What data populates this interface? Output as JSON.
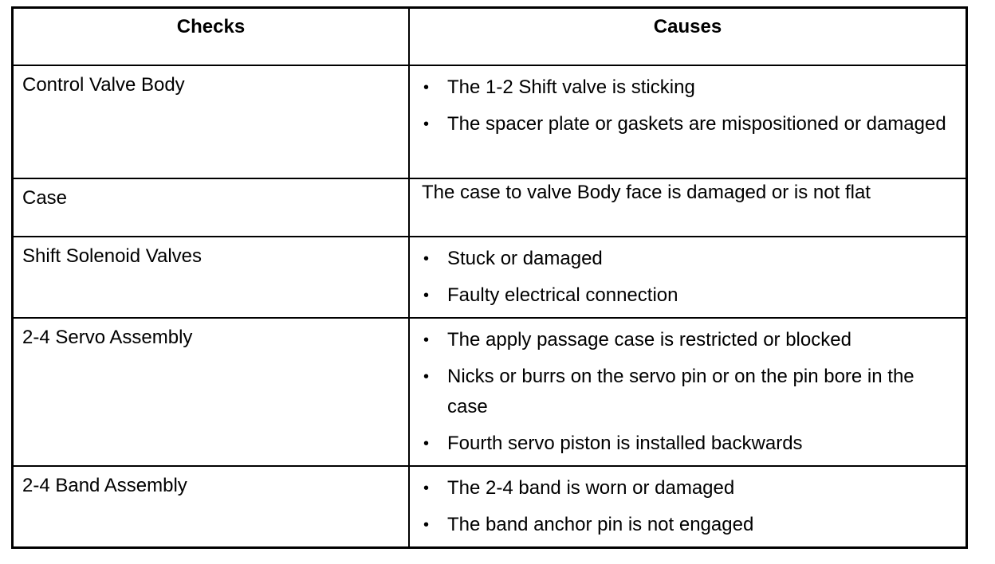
{
  "header": {
    "checks": "Checks",
    "causes": "Causes"
  },
  "rows": [
    {
      "check": "Control Valve Body",
      "causes": [
        "The 1-2 Shift valve is sticking",
        "The spacer plate or gaskets are mispositioned or damaged"
      ]
    },
    {
      "check": "Case",
      "cause_text": "The case to valve Body face is damaged or is not flat"
    },
    {
      "check": "Shift Solenoid Valves",
      "causes": [
        "Stuck or damaged",
        "Faulty electrical connection"
      ]
    },
    {
      "check": "2-4 Servo Assembly",
      "causes": [
        "The apply passage case is restricted or blocked",
        "Nicks or burrs on the servo pin or on the pin bore in the case",
        "Fourth servo piston is installed backwards"
      ]
    },
    {
      "check": "2-4 Band Assembly",
      "causes": [
        "The 2-4 band is worn or damaged",
        "The band anchor pin is not engaged"
      ]
    }
  ],
  "bullet_glyph": "•"
}
